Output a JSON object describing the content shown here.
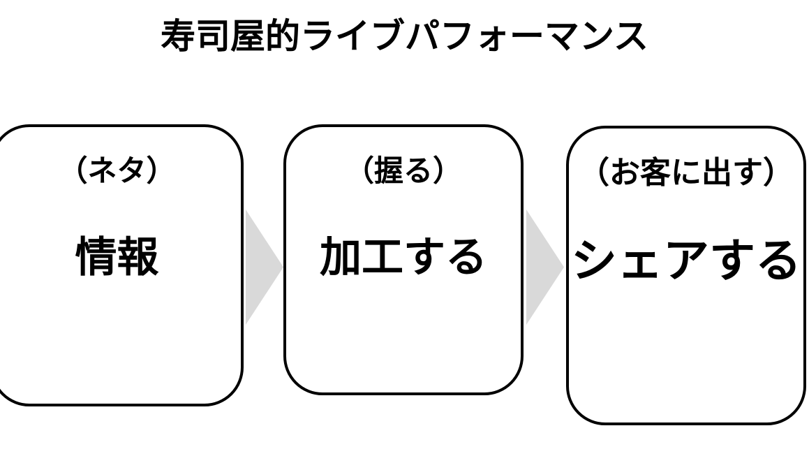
{
  "diagram": {
    "title": "寿司屋的ライブパフォーマンス",
    "type": "process-flow",
    "background_color": "#FFFFFF",
    "box_border_color": "#000000",
    "box_fill_color": "#FFFFFF",
    "arrow_color": "#D9D9D9",
    "text_color": "#000000",
    "steps": [
      {
        "index": 1,
        "subtitle": "（ネタ）",
        "label": "情報"
      },
      {
        "index": 2,
        "subtitle": "（握る）",
        "label": "加工する"
      },
      {
        "index": 3,
        "subtitle": "（お客に出す）",
        "label": "シェアする"
      }
    ],
    "connectors": [
      {
        "from": 1,
        "to": 2,
        "shape": "right-chevron"
      },
      {
        "from": 2,
        "to": 3,
        "shape": "right-chevron"
      }
    ]
  }
}
